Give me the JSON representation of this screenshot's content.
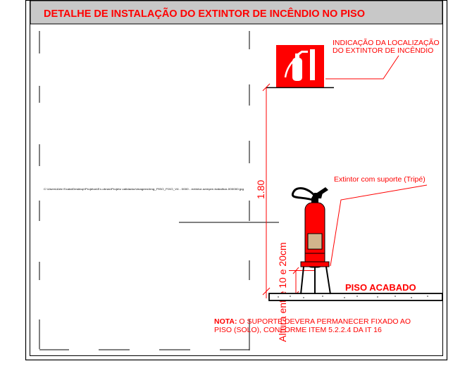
{
  "title": "DETALHE DE INSTALAÇÃO DO EXTINTOR DE INCÊNDIO NO PISO",
  "labels": {
    "location_line1": "INDICAÇÃO DA LOCALIZAÇÃO",
    "location_line2": "DO EXTINTOR DE INCÊNDIO",
    "extinguisher": "Extintor com suporte (Tripé)",
    "floor": "PISO ACABADO",
    "height_dim": "1.80",
    "support_dim": "Altura entre 10 e 20cm",
    "note_prefix": "NOTA:",
    "note_line1": " O SUPORTE DEVERA PERMANECER FIXADO AO",
    "note_line2": "PISO (SOLO), CONFORME ITEM 5.2.2.4 DA IT 16",
    "file_path": "C:\\Users\\Arte Exata\\Desktop\\Projetos\\Ex-obras\\Projeto validadoc\\imagens\\Img_PISO_FIXO_V4 - 0000 - extintor-sempre-trabalhar-000000.jpg"
  },
  "colors": {
    "title_bar": "#c8c8c8",
    "title_text": "#ff0000",
    "accent_red": "#ff0000",
    "line_black": "#000000",
    "extinguisher_tan": "#d2b48c"
  },
  "icons": [
    "fire-extinguisher-sign-icon",
    "fire-extinguisher-icon"
  ]
}
